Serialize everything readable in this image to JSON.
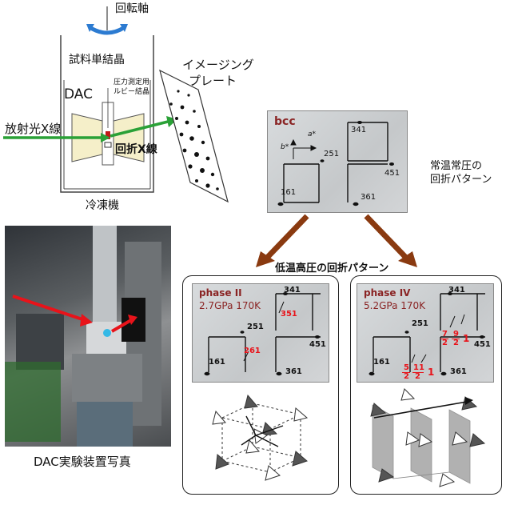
{
  "apparatus": {
    "rotation_axis": "回転軸",
    "sample_crystal": "試料単結晶",
    "ruby_crystal_line1": "圧力測定用",
    "ruby_crystal_line2": "ルビー結晶",
    "dac": "DAC",
    "synchrotron_xray": "放射光X線",
    "diffracted_xray": "回折X線",
    "imaging_plate_line1": "イメージング",
    "imaging_plate_line2": "プレート",
    "cryostat": "冷凍機"
  },
  "photo": {
    "caption": "DAC実験装置写真"
  },
  "ambient": {
    "phase_label": "bcc",
    "caption_line1": "常温常圧の",
    "caption_line2": "回折パターン",
    "spots": {
      "s341": "341",
      "s251": "251",
      "s451": "451",
      "s161": "161",
      "s361": "361"
    },
    "axis_a": "a*",
    "axis_b": "b*"
  },
  "low_temp_caption": "低温高圧の回折パターン",
  "phase2": {
    "name": "phase II",
    "conditions": "2.7GPa 170K",
    "spots": {
      "s341": "341",
      "s251": "251",
      "s451": "451",
      "s161": "161",
      "s361": "361"
    },
    "superlattice": {
      "s351": "351",
      "s261": "261"
    }
  },
  "phase4": {
    "name": "phase IV",
    "conditions": "5.2GPa 170K",
    "spots": {
      "s341": "341",
      "s251": "251",
      "s451": "451",
      "s161": "161",
      "s361": "361"
    },
    "frac_upper": {
      "n1": "7",
      "d1": "2",
      "n2": "9",
      "d2": "2",
      "whole": "1"
    },
    "frac_lower": {
      "n1": "5",
      "d1": "2",
      "n2": "11",
      "d2": "2",
      "whole": "1"
    }
  },
  "colors": {
    "green": "#2aa137",
    "blue": "#2c7bd1",
    "brown": "#8a3a10",
    "red": "#e8131a",
    "cone": "#f5efc9"
  }
}
